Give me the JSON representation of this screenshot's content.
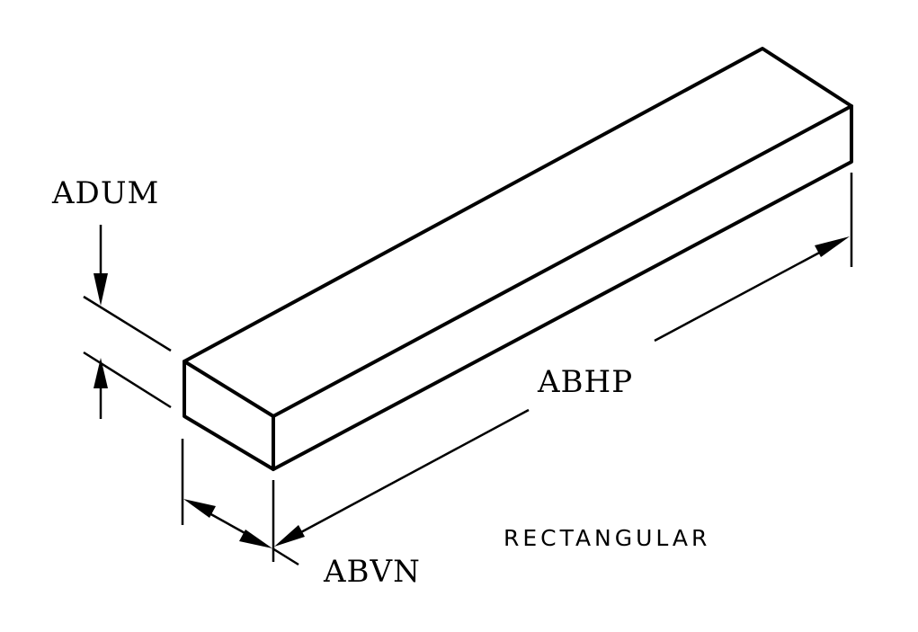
{
  "labels": {
    "thickness": "ADUM",
    "length": "ABHP",
    "width": "ABVN",
    "shape": "RECTANGULAR"
  },
  "colors": {
    "ink": "#000000",
    "background": "#ffffff"
  }
}
